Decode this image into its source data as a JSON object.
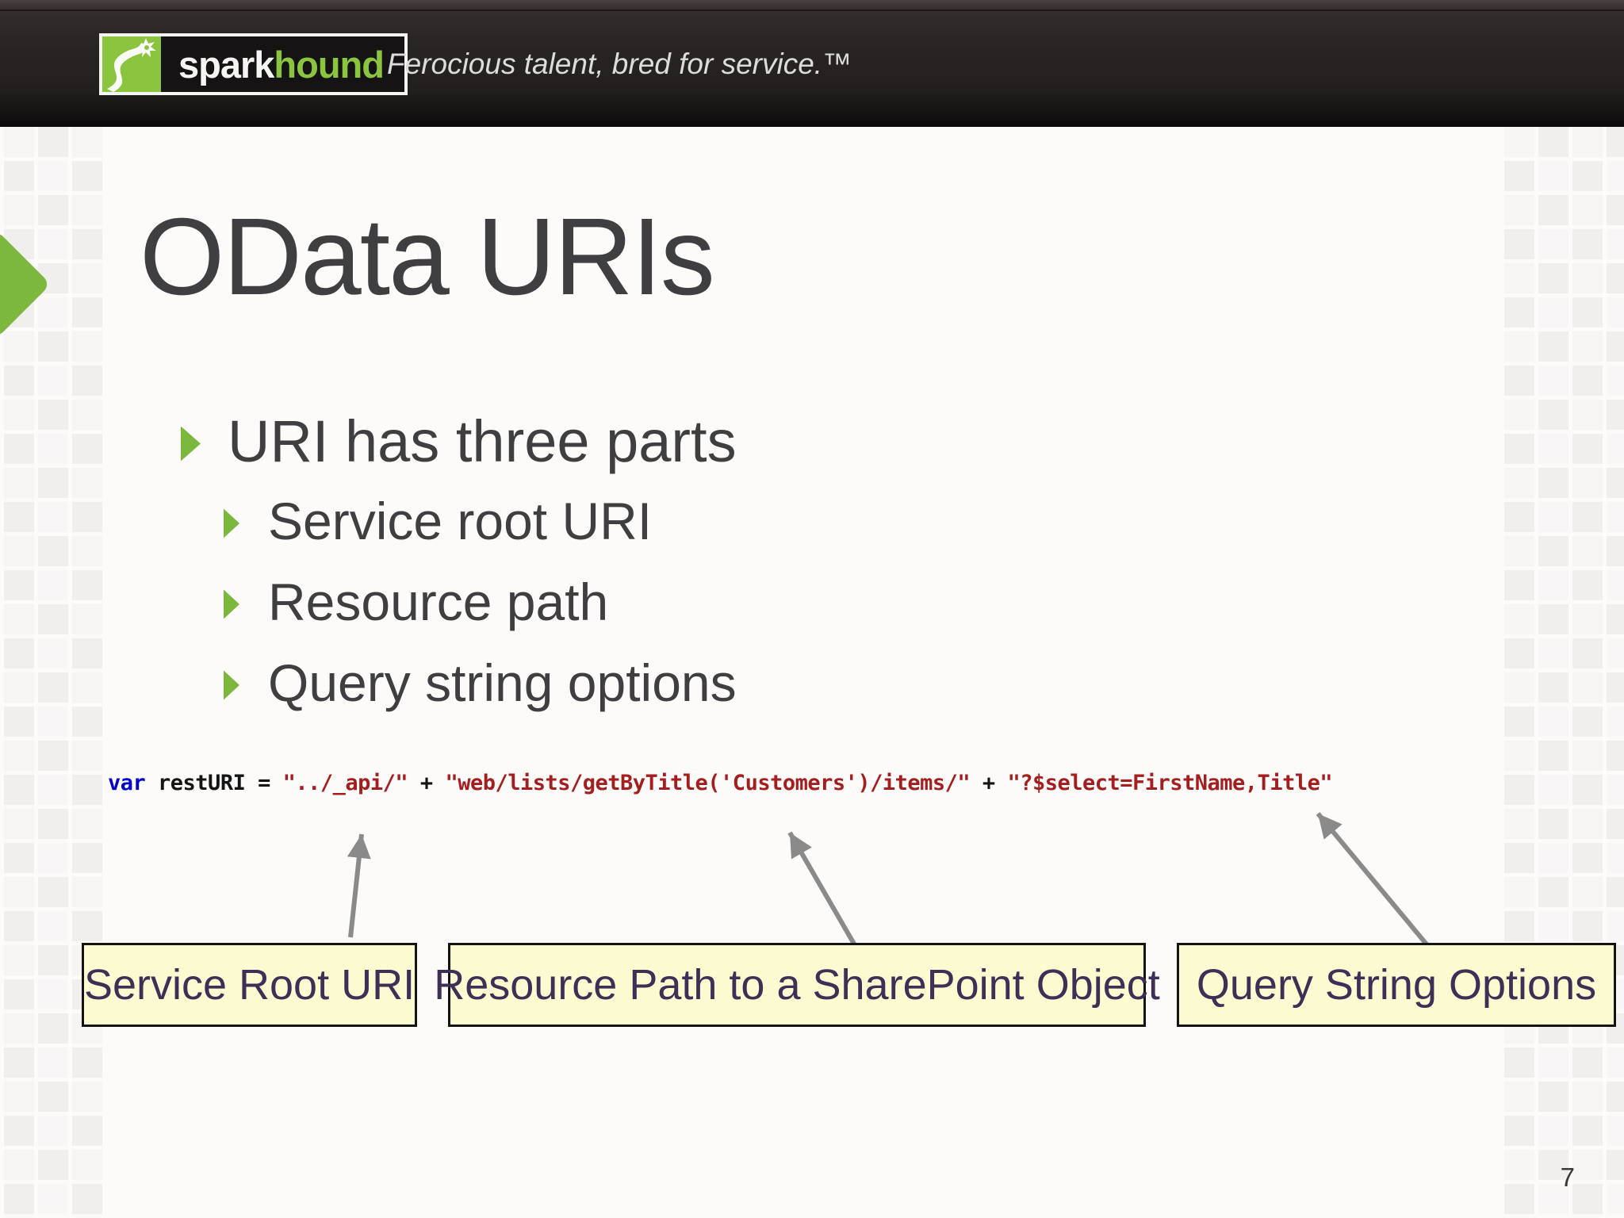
{
  "header": {
    "logo": {
      "spark": "spark",
      "hound": "hound"
    },
    "tagline": "Ferocious talent, bred for service.™"
  },
  "slide": {
    "title": "OData URIs",
    "bullets": {
      "main": "URI has three parts",
      "sub": [
        "Service root URI",
        "Resource path",
        "Query string options"
      ]
    },
    "code": {
      "tokens": [
        {
          "type": "keyword",
          "text": "var"
        },
        {
          "type": "plain",
          "text": " restURI = "
        },
        {
          "type": "string",
          "text": "\"../_api/\""
        },
        {
          "type": "plain",
          "text": " + "
        },
        {
          "type": "string",
          "text": "\"web/lists/getByTitle('Customers')/items/\""
        },
        {
          "type": "plain",
          "text": " + "
        },
        {
          "type": "string",
          "text": "\"?$select=FirstName,Title\""
        }
      ]
    },
    "callouts": [
      "Service Root URI",
      "Resource Path to a SharePoint Object",
      "Query String Options"
    ],
    "page_number": "7"
  },
  "colors": {
    "accent_green": "#7cb83e",
    "logo_green": "#8bc53f",
    "header_dark": "#2b2626",
    "code_keyword": "#0202cc",
    "code_string": "#a31e1e",
    "code_plain": "#141414",
    "callout_fill": "#fcfad0",
    "callout_border": "#141414",
    "callout_text": "#3e2f56",
    "arrow_gray": "#8a8a8a",
    "background": "#fcfbfa"
  }
}
